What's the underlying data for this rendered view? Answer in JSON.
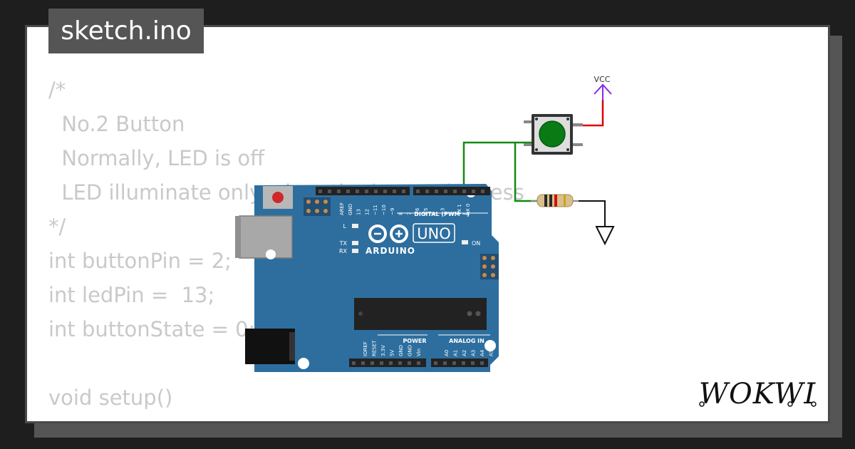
{
  "tab": {
    "filename": "sketch.ino"
  },
  "code_lines": [
    "/*",
    "  No.2 Button",
    "  Normally, LED is off",
    "  LED illuminate only when the button is press",
    "*/",
    "int buttonPin = 2;",
    "int ledPin =  13;",
    "int buttonState = 0;",
    "",
    "void setup()",
    "{"
  ],
  "board": {
    "name": "UNO",
    "brand": "ARDUINO",
    "digital_label": "DIGITAL (PWM ~)",
    "power_label": "POWER",
    "analog_label": "ANALOG IN",
    "on_label": "ON",
    "l_label": "L",
    "tx_label": "TX",
    "rx_label": "RX",
    "digital_pins": [
      "AREF",
      "GND",
      "13",
      "12",
      "~11",
      "~10",
      "~9",
      "8",
      "7",
      "~6",
      "~5",
      "4",
      "~3",
      "2",
      "TX 1",
      "RX 0"
    ],
    "power_pins": [
      "IOREF",
      "RESET",
      "3.3V",
      "5V",
      "GND",
      "GND",
      "Vin"
    ],
    "analog_pins": [
      "A0",
      "A1",
      "A2",
      "A3",
      "A4",
      "A5"
    ],
    "color": "#2d6e9e"
  },
  "vcc_label": "VCC",
  "logo_text": "WOKWI",
  "colors": {
    "wire_green": "#138a13",
    "wire_red": "#e00000",
    "vcc_purple": "#8a2be2",
    "button_green": "#0a7a14"
  }
}
